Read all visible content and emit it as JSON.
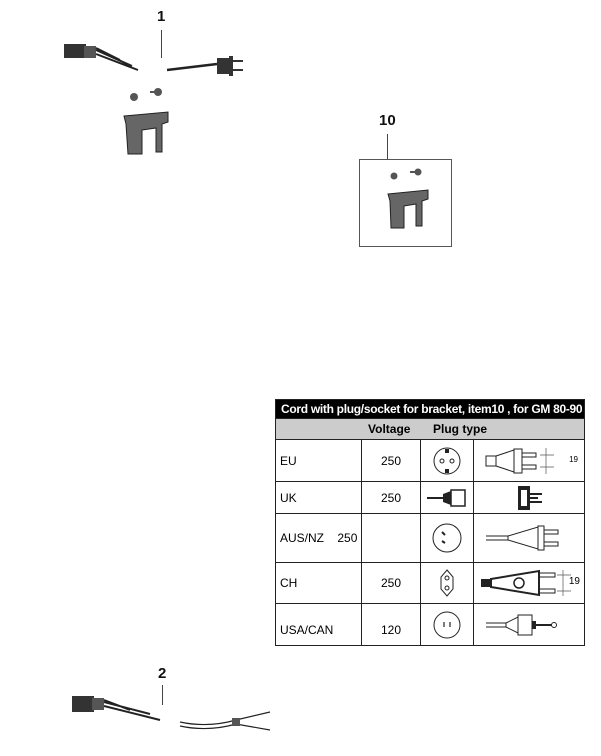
{
  "callouts": {
    "item1": "1",
    "item10": "10",
    "item2": "2"
  },
  "table": {
    "title": "Cord with plug/socket for bracket, item10 , for GM 80-90 series",
    "headers": {
      "voltage": "Voltage",
      "plug_type": "Plug type"
    },
    "rows": [
      {
        "region": "EU",
        "voltage": "250",
        "dim": "19"
      },
      {
        "region": "UK",
        "voltage": "250"
      },
      {
        "region": "AUS/NZ    250",
        "voltage": ""
      },
      {
        "region": "CH",
        "voltage": "250",
        "dim": "19"
      },
      {
        "region": "USA/CAN",
        "voltage": "120"
      }
    ]
  }
}
